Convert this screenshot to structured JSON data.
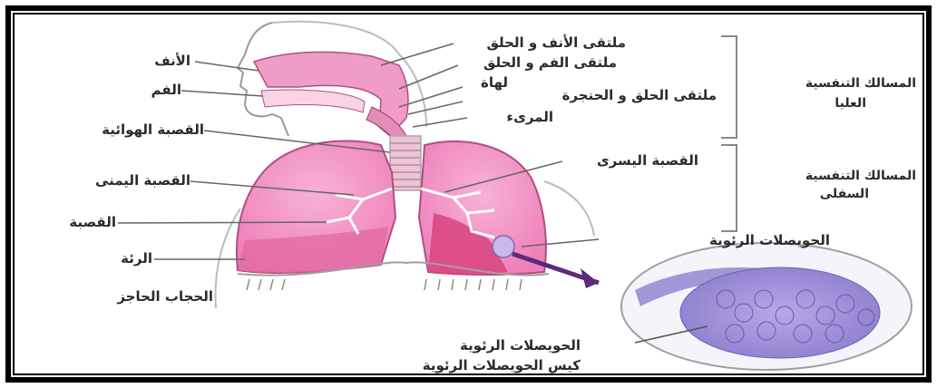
{
  "labels": {
    "nose": "الأنف",
    "mouth": "الفم",
    "nose_pharynx": "ملتقى الأنف و الحلق",
    "mouth_pharynx": "ملتقى الفم و الحلق",
    "epiglottis": "لهاة",
    "pharynx_larynx": "ملتقى الحلق و الحنجرة",
    "esophagus": "المرىء",
    "trachea": "القصبة الهوائية",
    "left_bronchus": "القصبة اليسرى",
    "right_bronchus": "القصبة اليمنى",
    "bronchiole": "القصبة",
    "lung": "الرئة",
    "diaphragm": "الحجاب الحاجز",
    "alveoli_right": "الحويصلات الرئوية",
    "alveoli_bottom": "الحويصلات الرئوية",
    "alveolar_sac": "كيس الحويصلات الرئوية",
    "upper_airways_1": "المسالك التنفسية",
    "upper_airways_2": "العليا",
    "lower_airways_1": "المسالك التنفسية",
    "lower_airways_2": "السفلى"
  },
  "colors": {
    "lung_fill": "#f08cc0",
    "lung_dark": "#d9437f",
    "airway": "#e8a6c6",
    "alveoli": "#9b8ad6",
    "arrow": "#5b2a7a"
  }
}
